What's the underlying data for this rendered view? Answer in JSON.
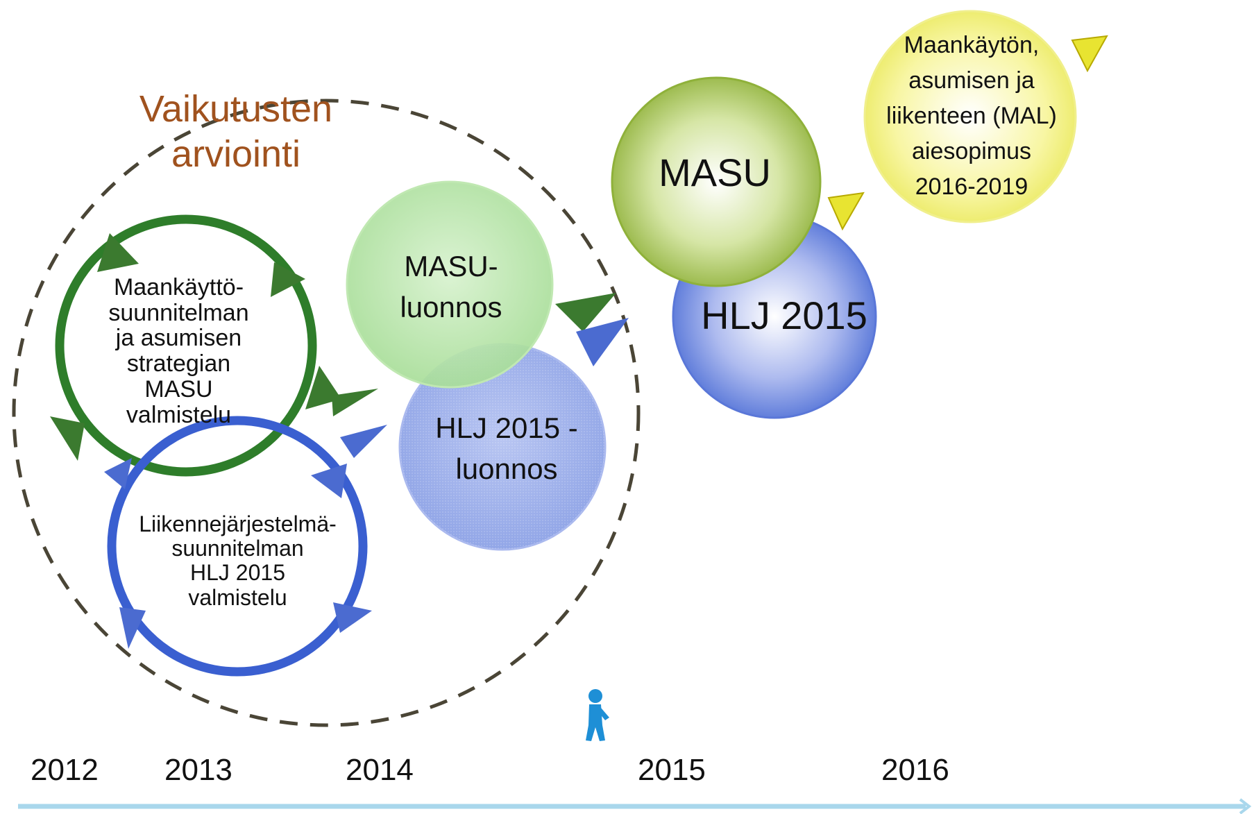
{
  "title_label": "Vaikutusten\narviointi",
  "cycles": {
    "masu_prep": "Maankäyttö-\nsuunnitelman\nja asumisen\nstrategian\nMASU\nvalmistelu",
    "hlj_prep": "Liikennejärjestelmä-\nsuunnitelman\nHLJ 2015\nvalmistelu"
  },
  "bubbles": {
    "masu_draft": "MASU-\nluonnos",
    "hlj_draft": "HLJ 2015 -\nluonnos",
    "masu": "MASU",
    "hlj": "HLJ 2015",
    "mal": "Maankäytön,\nasumisen ja\nliikenteen (MAL)\naiesopimus\n2016-2019"
  },
  "timeline": {
    "years": [
      "2012",
      "2013",
      "2014",
      "2015",
      "2016"
    ],
    "marker_icon": "walking-person-icon"
  },
  "colors": {
    "title": "#a0521e",
    "green_cycle": "#2e7d2a",
    "blue_cycle": "#3a5fd0",
    "dashed_circle": "#4a4536",
    "timeline": "#a9d7ec",
    "person": "#1e8fd6"
  }
}
